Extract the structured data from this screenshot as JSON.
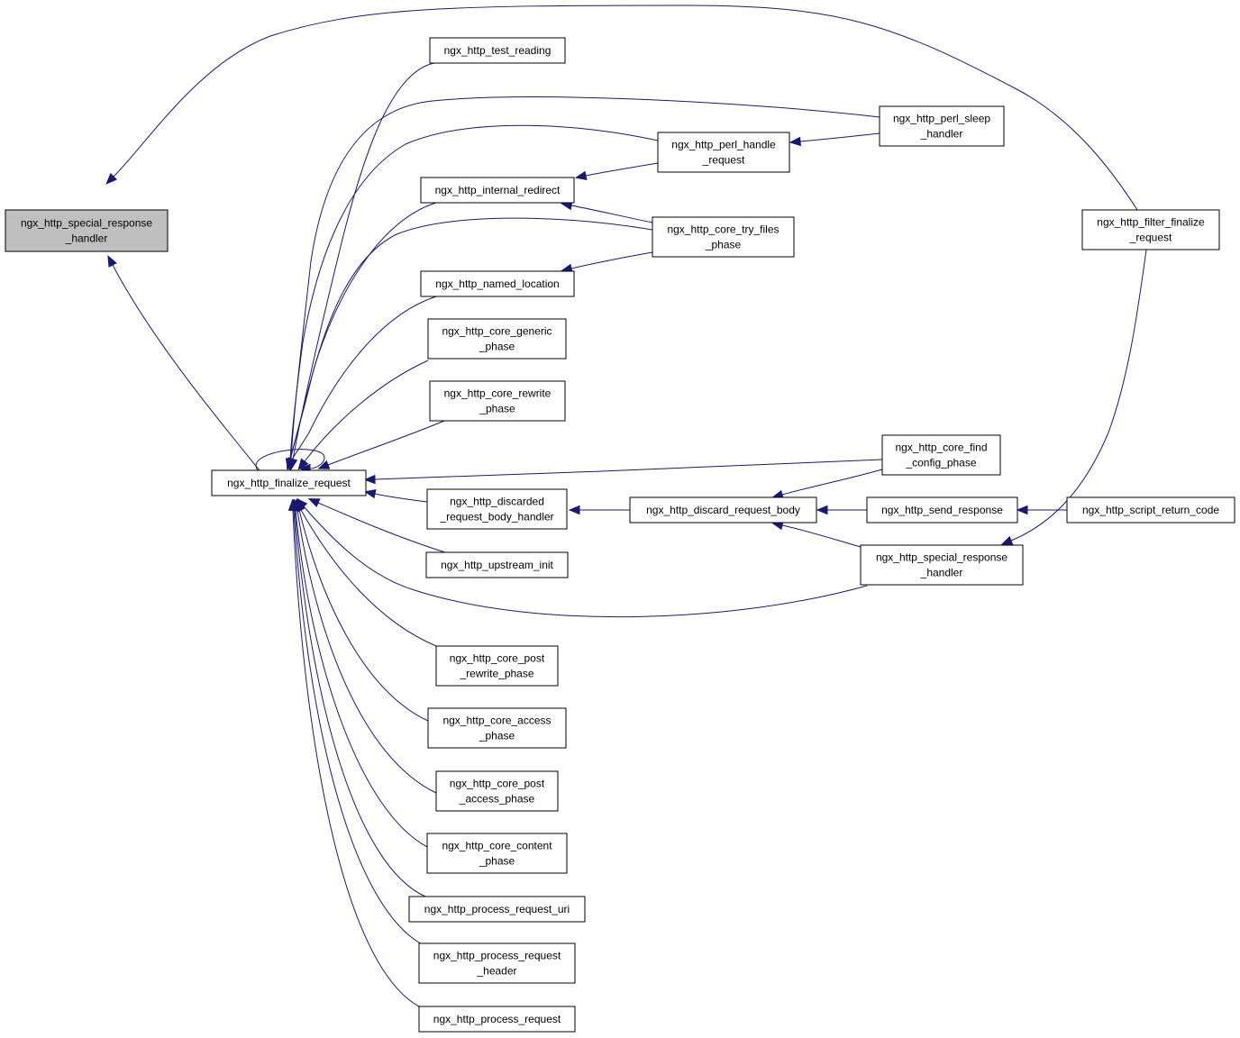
{
  "diagram": {
    "edge_color": "#191970",
    "root_fill": "#bfbfbf",
    "nodes": {
      "root": [
        "ngx_http_special_response",
        "_handler"
      ],
      "finalize": [
        "ngx_http_finalize_request"
      ],
      "test_reading": [
        "ngx_http_test_reading"
      ],
      "perl_sleep": [
        "ngx_http_perl_sleep",
        "_handler"
      ],
      "perl_handle": [
        "ngx_http_perl_handle",
        "_request"
      ],
      "internal_redirect": [
        "ngx_http_internal_redirect"
      ],
      "try_files": [
        "ngx_http_core_try_files",
        "_phase"
      ],
      "filter_finalize": [
        "ngx_http_filter_finalize",
        "_request"
      ],
      "named_location": [
        "ngx_http_named_location"
      ],
      "generic": [
        "ngx_http_core_generic",
        "_phase"
      ],
      "rewrite": [
        "ngx_http_core_rewrite",
        "_phase"
      ],
      "find_config": [
        "ngx_http_core_find",
        "_config_phase"
      ],
      "discarded": [
        "ngx_http_discarded",
        "_request_body_handler"
      ],
      "discard_body": [
        "ngx_http_discard_request_body"
      ],
      "send_response": [
        "ngx_http_send_response"
      ],
      "script_return": [
        "ngx_http_script_return_code"
      ],
      "upstream_init": [
        "ngx_http_upstream_init"
      ],
      "special2": [
        "ngx_http_special_response",
        "_handler"
      ],
      "post_rewrite": [
        "ngx_http_core_post",
        "_rewrite_phase"
      ],
      "access": [
        "ngx_http_core_access",
        "_phase"
      ],
      "post_access": [
        "ngx_http_core_post",
        "_access_phase"
      ],
      "content": [
        "ngx_http_core_content",
        "_phase"
      ],
      "req_uri": [
        "ngx_http_process_request_uri"
      ],
      "req_header": [
        "ngx_http_process_request",
        "_header"
      ],
      "process_request": [
        "ngx_http_process_request"
      ]
    },
    "edges": [
      [
        "finalize",
        "root"
      ],
      [
        "filter_finalize",
        "root"
      ],
      [
        "finalize",
        "finalize"
      ],
      [
        "test_reading",
        "finalize"
      ],
      [
        "perl_sleep",
        "finalize"
      ],
      [
        "perl_handle",
        "finalize"
      ],
      [
        "internal_redirect",
        "finalize"
      ],
      [
        "try_files",
        "finalize"
      ],
      [
        "named_location",
        "finalize"
      ],
      [
        "generic",
        "finalize"
      ],
      [
        "rewrite",
        "finalize"
      ],
      [
        "find_config",
        "finalize"
      ],
      [
        "discarded",
        "finalize"
      ],
      [
        "upstream_init",
        "finalize"
      ],
      [
        "special2",
        "finalize"
      ],
      [
        "post_rewrite",
        "finalize"
      ],
      [
        "access",
        "finalize"
      ],
      [
        "post_access",
        "finalize"
      ],
      [
        "content",
        "finalize"
      ],
      [
        "req_uri",
        "finalize"
      ],
      [
        "req_header",
        "finalize"
      ],
      [
        "process_request",
        "finalize"
      ],
      [
        "perl_sleep",
        "perl_handle"
      ],
      [
        "perl_handle",
        "internal_redirect"
      ],
      [
        "try_files",
        "internal_redirect"
      ],
      [
        "try_files",
        "named_location"
      ],
      [
        "discard_body",
        "discarded"
      ],
      [
        "find_config",
        "discard_body"
      ],
      [
        "send_response",
        "discard_body"
      ],
      [
        "special2",
        "discard_body"
      ],
      [
        "script_return",
        "send_response"
      ],
      [
        "filter_finalize",
        "special2"
      ]
    ]
  }
}
